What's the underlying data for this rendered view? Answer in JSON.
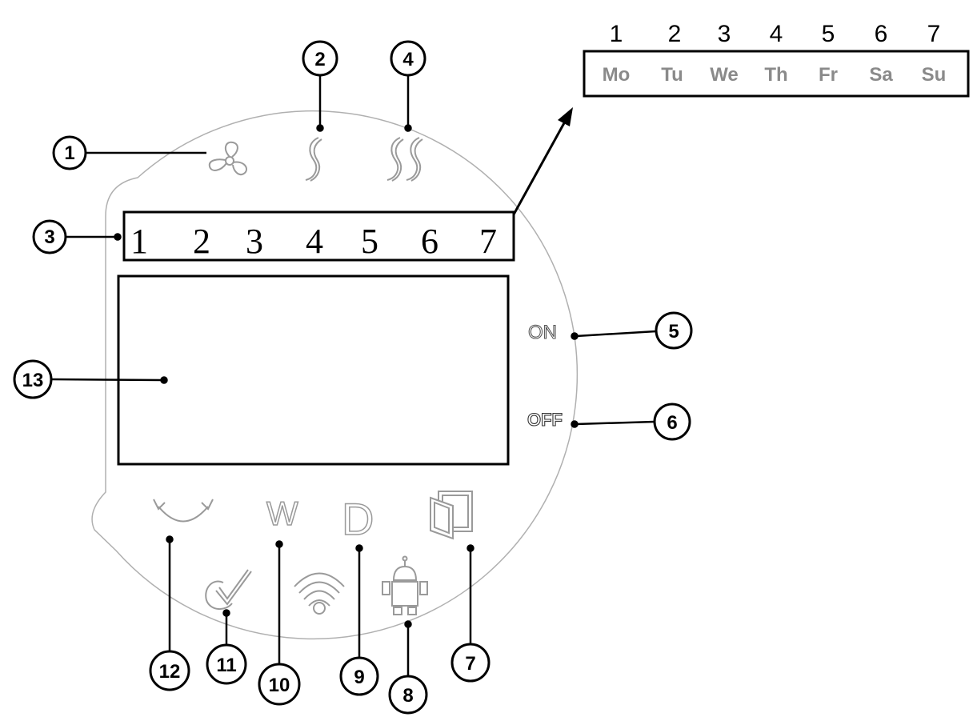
{
  "day_digits": [
    "1",
    "2",
    "3",
    "4",
    "5",
    "6",
    "7"
  ],
  "days_inset": {
    "numbers": [
      "1",
      "2",
      "3",
      "4",
      "5",
      "6",
      "7"
    ],
    "abbreviations": [
      "Mo",
      "Tu",
      "We",
      "Th",
      "Fr",
      "Sa",
      "Su"
    ]
  },
  "status_labels": {
    "on": "ON",
    "off": "OFF"
  },
  "mode_letters": {
    "w": "W",
    "d": "D"
  },
  "callouts": [
    "1",
    "2",
    "3",
    "4",
    "5",
    "6",
    "7",
    "8",
    "9",
    "10",
    "11",
    "12",
    "13"
  ],
  "icons": {
    "fan": "fan-icon",
    "heat_low": "heat-low-icon",
    "heat_high": "heat-high-icon",
    "window": "open-window-icon",
    "robot": "robot-icon",
    "wifi": "wifi-icon",
    "check": "check-icon",
    "arrows": "curved-arrows-icon"
  },
  "colors": {
    "line": "#000000",
    "outline": "#b0b0b0",
    "icon_gray": "#9a9a9a"
  }
}
